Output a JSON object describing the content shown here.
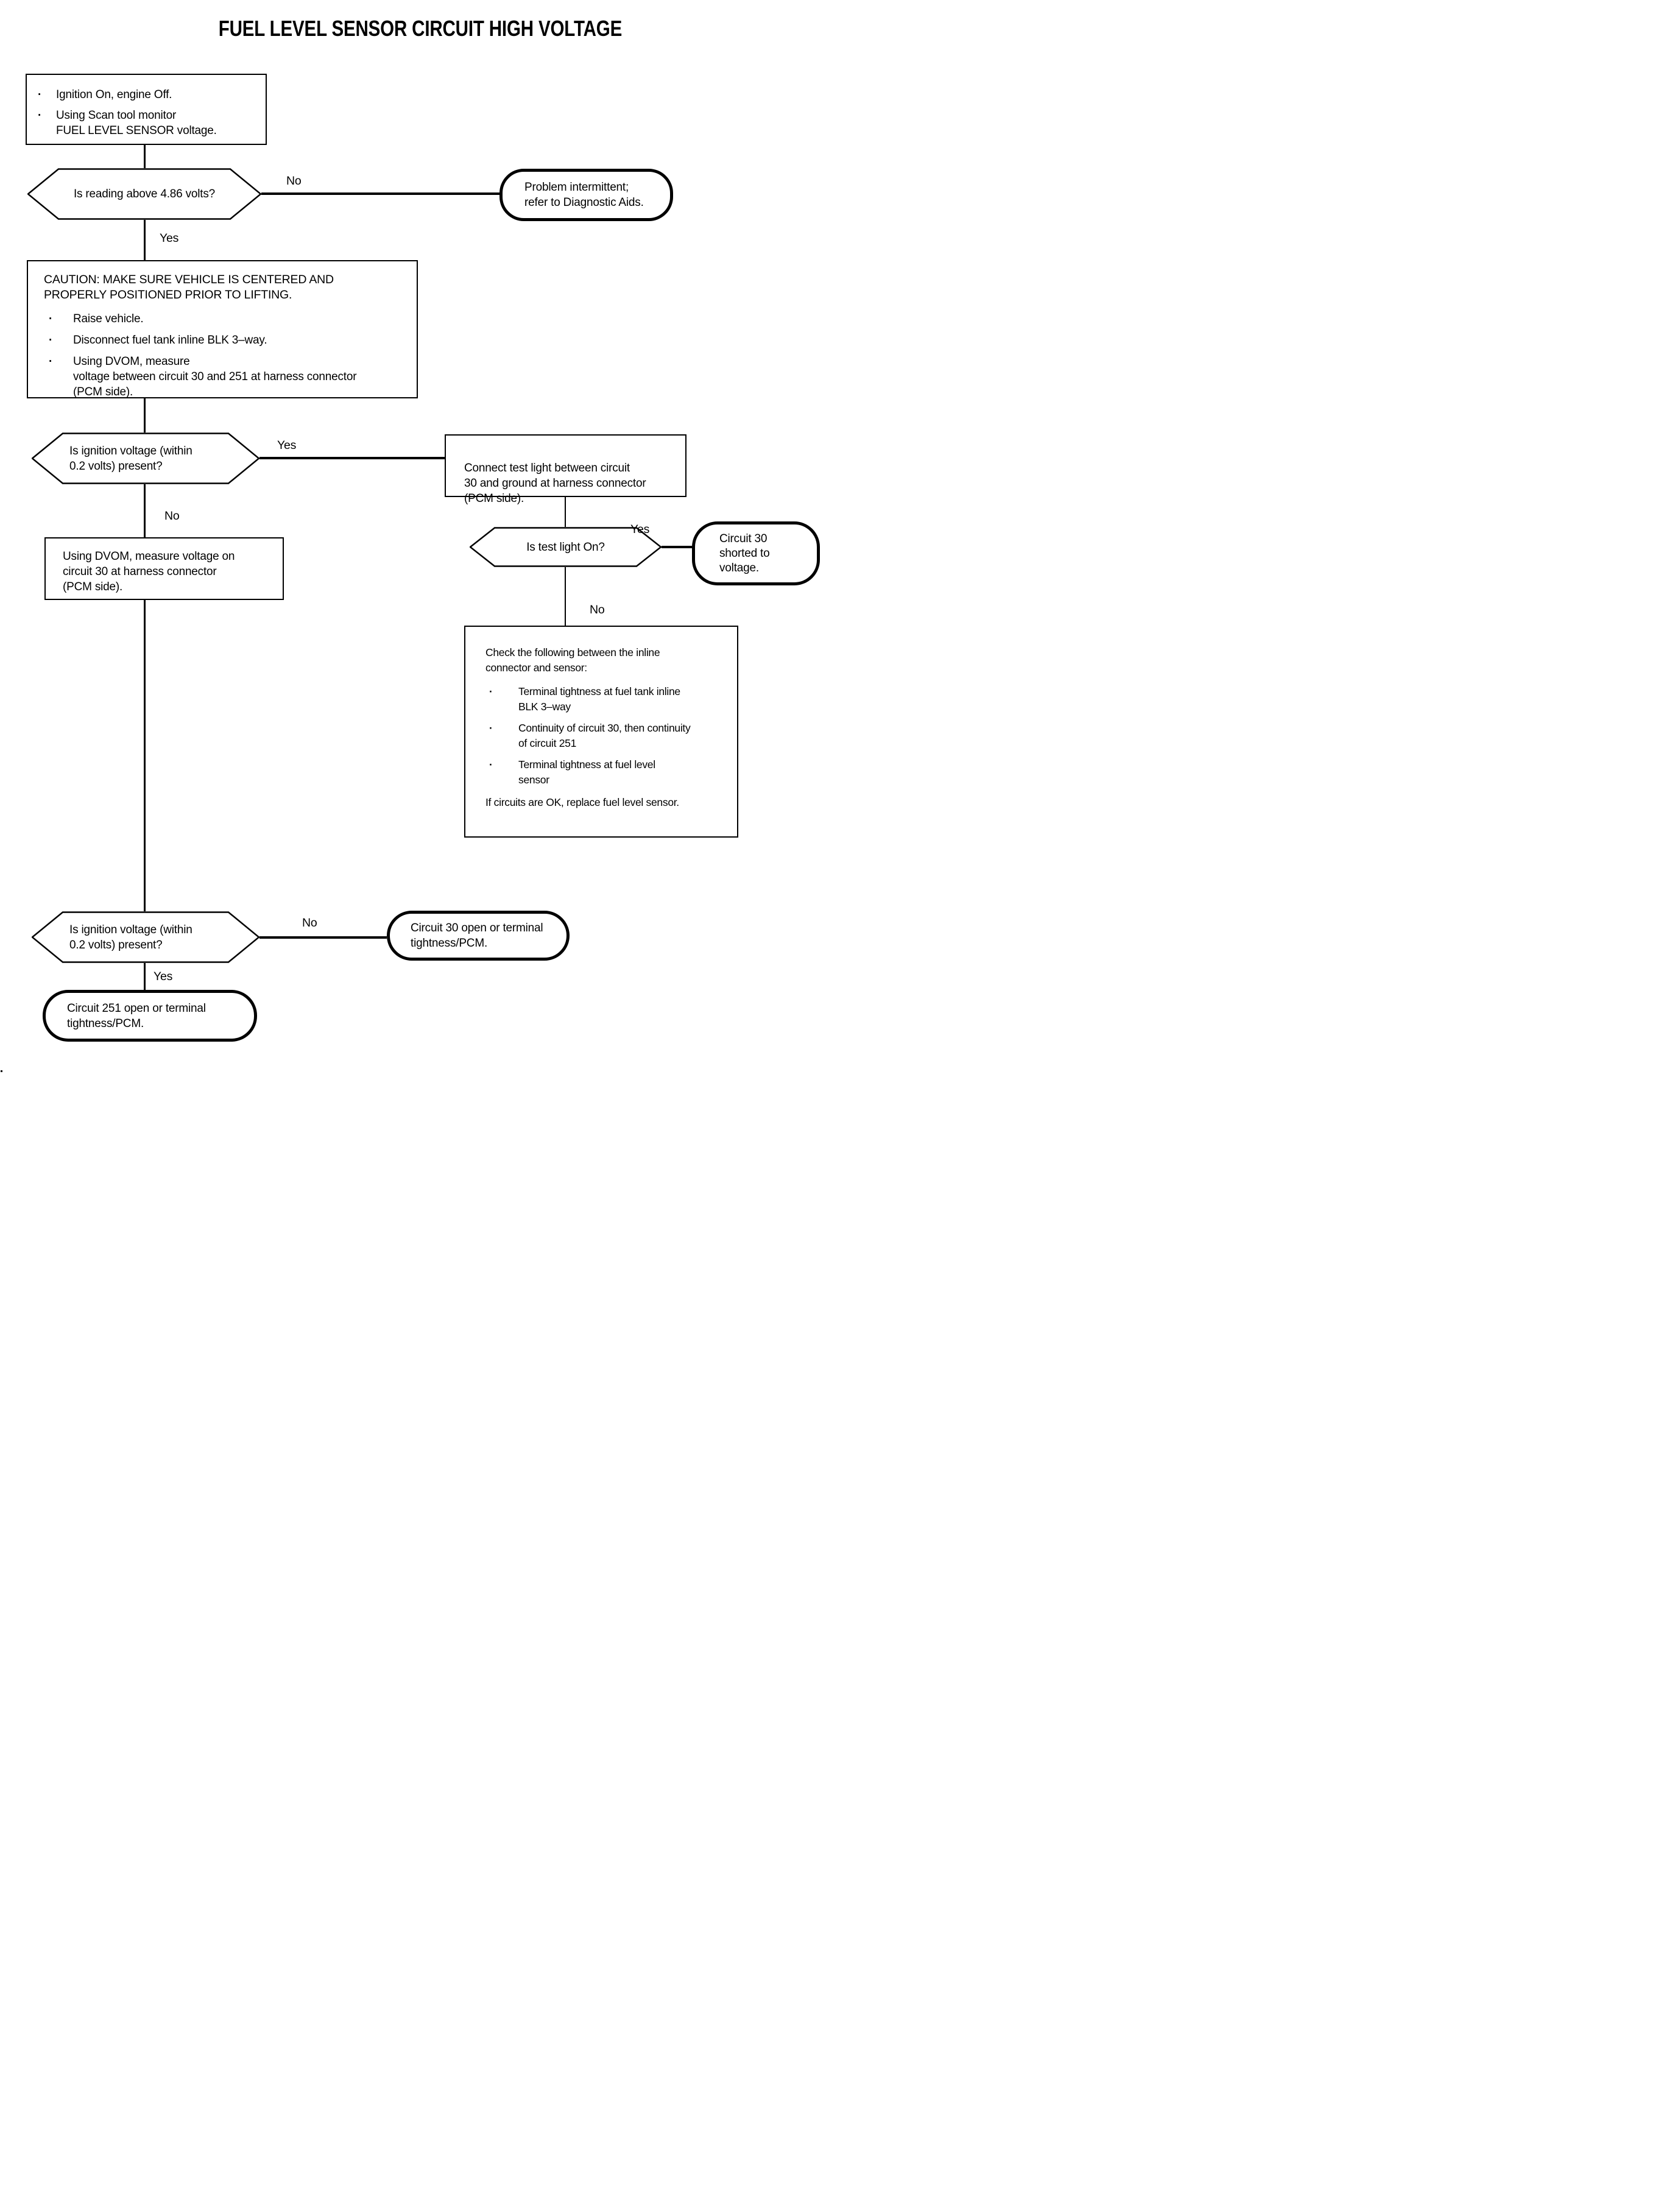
{
  "title": "FUEL LEVEL SENSOR CIRCUIT HIGH VOLTAGE",
  "labels": {
    "yes": "Yes",
    "no": "No"
  },
  "nodes": {
    "start": {
      "bullets": [
        "Ignition On, engine Off.",
        "Using Scan tool monitor\nFUEL LEVEL SENSOR voltage."
      ]
    },
    "q_reading": {
      "text": "Is reading above 4.86 volts?"
    },
    "t_intermittent": {
      "text": "Problem intermittent;\nrefer to Diagnostic Aids."
    },
    "caution": {
      "heading": "CAUTION: MAKE SURE VEHICLE IS CENTERED AND\nPROPERLY POSITIONED PRIOR TO LIFTING.",
      "bullets": [
        "Raise vehicle.",
        "Disconnect fuel tank inline BLK 3–way.",
        "Using DVOM, measure\nvoltage between circuit 30 and 251 at harness connector\n(PCM side)."
      ]
    },
    "q_ignition1": {
      "text": "Is ignition voltage (within\n0.2 volts) present?"
    },
    "connect_light": {
      "text": "Connect test light between circuit\n30 and ground at harness connector\n(PCM side)."
    },
    "measure_30": {
      "text": "Using DVOM, measure voltage on\ncircuit 30 at harness connector\n(PCM side)."
    },
    "q_testlight": {
      "text": "Is test light On?"
    },
    "t_shorted": {
      "text": "Circuit 30\nshorted to\nvoltage."
    },
    "check": {
      "heading": "Check the following between the inline\nconnector and sensor:",
      "bullets": [
        "Terminal tightness at fuel tank inline\nBLK 3–way",
        "Continuity of circuit 30, then continuity\nof circuit 251",
        "Terminal tightness at fuel level\nsensor"
      ],
      "footer": "If circuits are OK, replace fuel level sensor."
    },
    "q_ignition2": {
      "text": "Is ignition voltage (within\n0.2 volts) present?"
    },
    "t_open_30": {
      "text": "Circuit 30 open or terminal\ntightness/PCM."
    },
    "t_open_251": {
      "text": "Circuit 251 open or terminal\ntightness/PCM."
    }
  }
}
